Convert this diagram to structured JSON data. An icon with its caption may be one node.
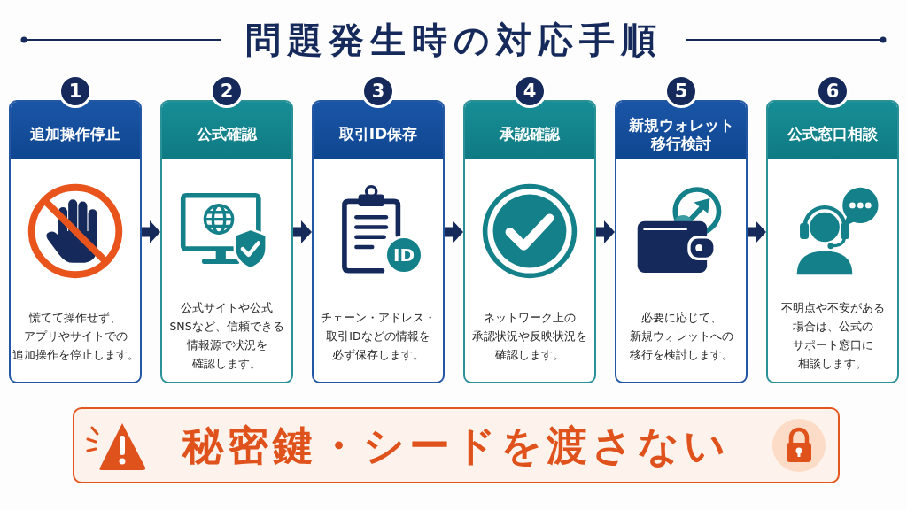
{
  "diagram": {
    "title": "問題発生時の対応手順",
    "nodes": [
      {
        "text": [
          "1",
          "追加操作停止",
          "慌てて操作せず、アプリやサイトでの追加操作を停止します。"
        ]
      },
      {
        "text": [
          "2",
          "公式確認",
          "公式サイトや公式SNSなど、信頼できる情報源で状況を確認します。"
        ]
      },
      {
        "text": [
          "3",
          "取引ID保存",
          "チェーン・アドレス・取引IDなどの情報を必ず保存します。"
        ]
      },
      {
        "text": [
          "4",
          "承認確認",
          "ネットワーク上の承認状況や反映状況を確認します。"
        ]
      },
      {
        "text": [
          "5",
          "新規ウォレット移行検討",
          "必要に応じて、新規ウォレットへの移行を検討します。"
        ]
      },
      {
        "text": [
          "6",
          "公式窓口相談",
          "不明点や不安がある場合は、公式のサポート窓口に相談します。"
        ]
      },
      {
        "text": [
          "秘密鍵・シードを渡さない"
        ]
      }
    ],
    "edges": [
      {
        "from": 0,
        "to": 1,
        "arrow": "to"
      },
      {
        "from": 1,
        "to": 2,
        "arrow": "to"
      },
      {
        "from": 2,
        "to": 3,
        "arrow": "to"
      },
      {
        "from": 3,
        "to": 4,
        "arrow": "to"
      },
      {
        "from": 4,
        "to": 5,
        "arrow": "to"
      }
    ],
    "labels": [
      "ID"
    ]
  }
}
